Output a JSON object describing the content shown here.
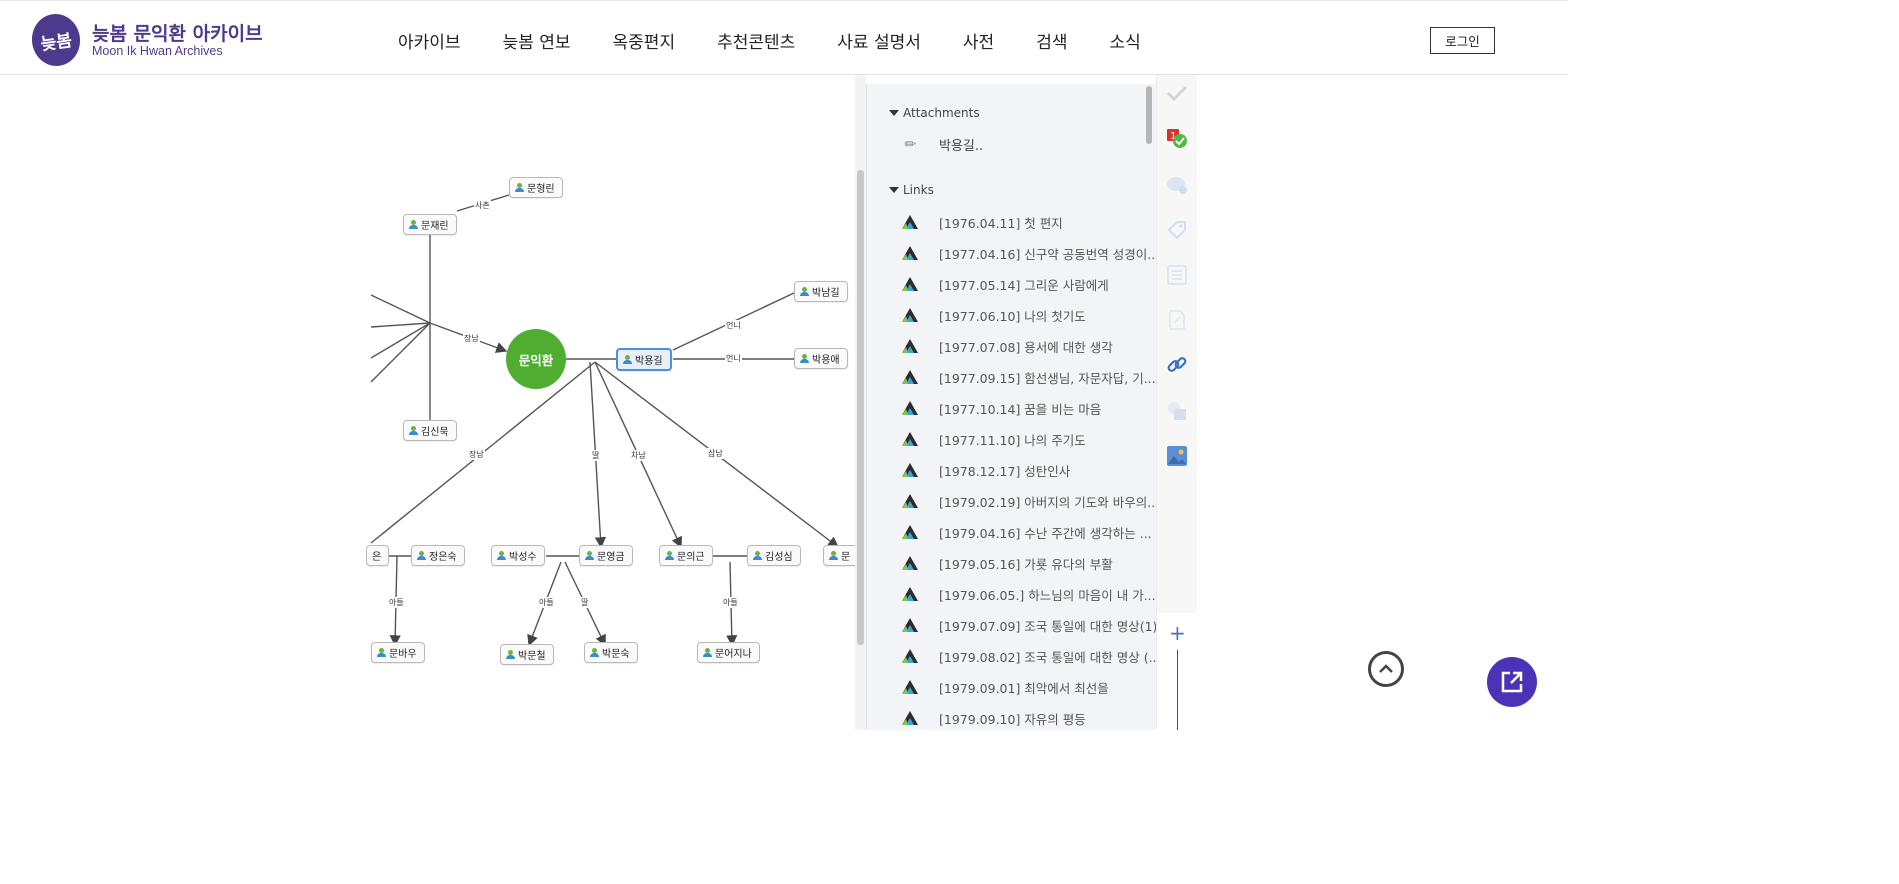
{
  "brand": {
    "mark": "늦봄",
    "title_kr": "늦봄 문익환 아카이브",
    "title_en": "Moon Ik Hwan Archives",
    "color": "#4d3a8c"
  },
  "nav": [
    "아카이브",
    "늦봄 연보",
    "옥중편지",
    "추천콘텐츠",
    "사료 설명서",
    "사전",
    "검색",
    "소식"
  ],
  "login_label": "로그인",
  "graph": {
    "center": "문익환",
    "nodes": {
      "n1": "문형린",
      "n2": "문재린",
      "n3": "김신묵",
      "n4": "박용길",
      "n5": "박남길",
      "n6": "박용애",
      "n7": "정은숙",
      "n8": "박성수",
      "n9": "문영금",
      "n10": "문의근",
      "n11": "김성심",
      "n12": "문바우",
      "n13": "박문철",
      "n14": "박문숙",
      "n15": "문어지나",
      "n16": "은",
      "n17": "문"
    },
    "edge_labels": {
      "e1": "사촌",
      "e2": "장남",
      "e3": "언니",
      "e4": "언니",
      "e5": "장남",
      "e6": "딸",
      "e7": "차남",
      "e8": "삼남",
      "e9": "아들",
      "e10": "아들",
      "e11": "딸",
      "e12": "아들"
    }
  },
  "panel": {
    "attachments_label": "Attachments",
    "attachment": "박용길..",
    "links_label": "Links",
    "links": [
      "[1976.04.11] 첫 편지",
      "[1977.04.16] 신구약 공동번역 성경이...",
      "[1977.05.14] 그리운 사람에게",
      "[1977.06.10] 나의 첫기도",
      "[1977.07.08] 용서에 대한 생각",
      "[1977.09.15] 함선생님, 자문자답, 기...",
      "[1977.10.14] 꿈을 비는 마음",
      "[1977.11.10] 나의 주기도",
      "[1978.12.17] 성탄인사",
      "[1979.02.19] 아버지의 기도와 바우의...",
      "[1979.04.16] 수난 주간에 생각하는 ...",
      "[1979.05.16] 가룟 유다의 부활",
      "[1979.06.05.] 하느님의 마음이 내 가...",
      "[1979.07.09] 조국 통일에 대한 명상(1)",
      "[1979.08.02] 조국 통일에 대한 명상 (...",
      "[1979.09.01] 최악에서 최선을",
      "[1979.09.10] 자유의 평등"
    ]
  },
  "toolbar": {
    "badge_count": "1",
    "icons": [
      "check-icon",
      "badge-check-icon",
      "comment-icon",
      "tag-icon",
      "list-icon",
      "note-icon",
      "link-icon",
      "shapes-icon",
      "image-icon"
    ],
    "plus_label": "+"
  },
  "colors": {
    "accent": "#4b33b8",
    "center_node": "#4fae32",
    "selected_node": "#4a8fe0",
    "link_icon_blue": "#3a6fc4"
  }
}
